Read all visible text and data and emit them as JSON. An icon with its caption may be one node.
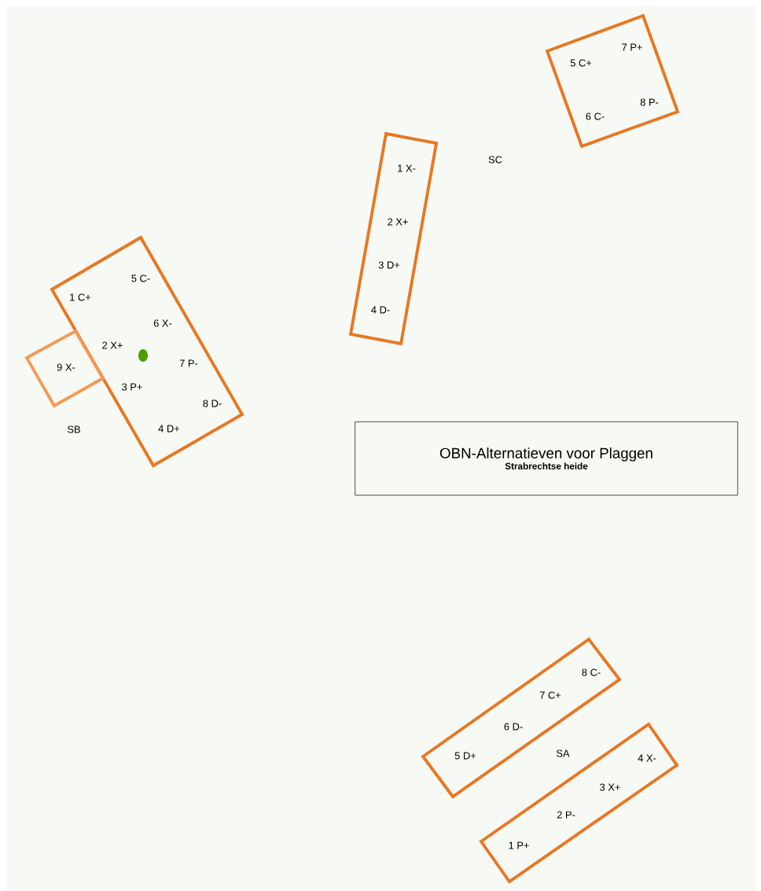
{
  "diagram": {
    "nodes": [
      {
        "text": [
          "5 C+",
          "7 P+",
          "6 C-",
          "8 P-"
        ]
      },
      {
        "text": [
          "1 X-",
          "2 X+",
          "3 D+",
          "4 D-"
        ]
      },
      {
        "text": [
          "5 C-",
          "1 C+",
          "6 X-",
          "2 X+",
          "7 P-",
          "3 P+",
          "8 D-",
          "4 D+"
        ]
      },
      {
        "text": [
          "9 X-"
        ]
      },
      {
        "text": [
          "OBN-Alternatieven voor Plaggen",
          "Strabrechtse heide"
        ]
      },
      {
        "text": [
          "8 C-",
          "7 C+",
          "6 D-",
          "5 D+"
        ]
      },
      {
        "text": [
          "4 X-",
          "3 X+",
          "2 P-",
          "1 P+"
        ]
      }
    ],
    "labels": [
      "SC",
      "SB",
      "SA"
    ]
  }
}
